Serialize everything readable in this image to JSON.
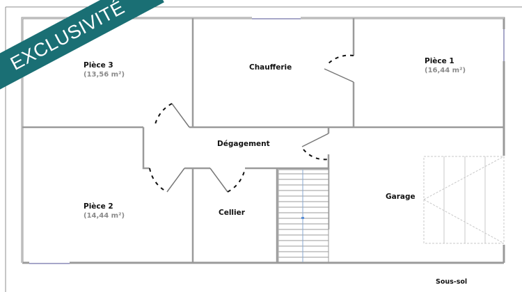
{
  "badge": {
    "label": "EXCLUSIVITÉ",
    "color": "#1a6f74"
  },
  "level_label": "Sous-sol",
  "rooms": [
    {
      "name": "Pièce 3",
      "area": "(13,56 m²)"
    },
    {
      "name": "Chaufferie",
      "area": null
    },
    {
      "name": "Pièce 1",
      "area": "(16,44 m²)"
    },
    {
      "name": "Dégagement",
      "area": null
    },
    {
      "name": "Pièce 2",
      "area": "(14,44 m²)"
    },
    {
      "name": "Cellier",
      "area": null
    },
    {
      "name": "Garage",
      "area": null
    }
  ],
  "colors": {
    "wall": "#9a9a9a",
    "wall_inner": "#d4d4d4",
    "door": "#111111",
    "window": "#a7a7c9",
    "stair_arrow": "#5b8fd6"
  }
}
